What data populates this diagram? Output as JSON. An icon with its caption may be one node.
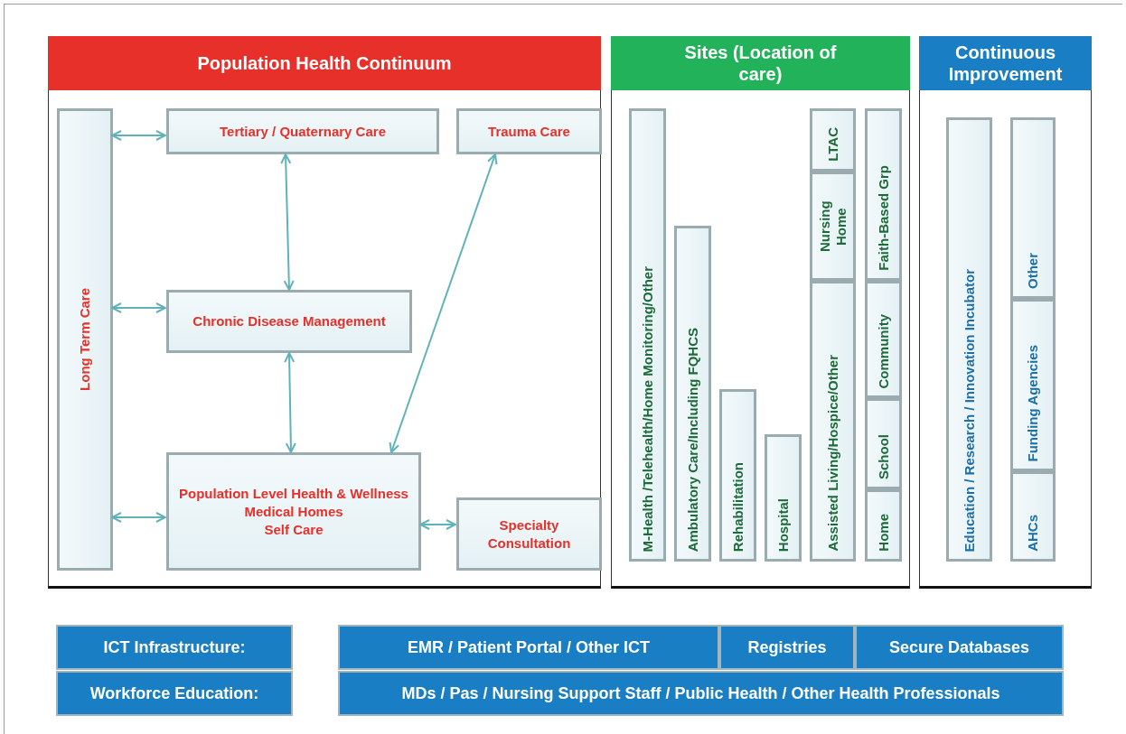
{
  "diagram": {
    "nodes": [
      {
        "text": [
          "Population Health Continuum"
        ]
      },
      {
        "text": [
          "Long Term Care"
        ],
        "in": 0
      },
      {
        "text": [
          "Tertiary / Quaternary Care"
        ],
        "in": 0
      },
      {
        "text": [
          "Trauma Care"
        ],
        "in": 0
      },
      {
        "text": [
          "Chronic Disease Management"
        ],
        "in": 0
      },
      {
        "text": [
          "Population Level Health & Wellness",
          "Medical Homes",
          "Self Care"
        ],
        "in": 0
      },
      {
        "text": [
          "Specialty Consultation"
        ],
        "in": 0
      },
      {
        "text": [
          "Sites (Location of care)"
        ]
      },
      {
        "text": [
          "M-Health /Telehealth/Home Monitoring/Other"
        ],
        "in": 7
      },
      {
        "text": [
          "Ambulatory Care/Including FQHCS"
        ],
        "in": 7
      },
      {
        "text": [
          "Rehabilitation"
        ],
        "in": 7
      },
      {
        "text": [
          "Hospital"
        ],
        "in": 7
      },
      {
        "text": [
          "Assisted Living/Hospice/Other"
        ],
        "in": 7
      },
      {
        "text": [
          "Nursing Home"
        ],
        "in": 7
      },
      {
        "text": [
          "LTAC"
        ],
        "in": 7
      },
      {
        "text": [
          "Home"
        ],
        "in": 7
      },
      {
        "text": [
          "School"
        ],
        "in": 7
      },
      {
        "text": [
          "Community"
        ],
        "in": 7
      },
      {
        "text": [
          "Faith-Based Grp"
        ],
        "in": 7
      },
      {
        "text": [
          "Continuous Improvement"
        ]
      },
      {
        "text": [
          "Education / Research / Innovation Incubator"
        ],
        "in": 19
      },
      {
        "text": [
          "AHCs"
        ],
        "in": 19
      },
      {
        "text": [
          "Funding Agencies"
        ],
        "in": 19
      },
      {
        "text": [
          "Other"
        ],
        "in": 19
      },
      {
        "text": [
          "ICT Infrastructure:"
        ]
      },
      {
        "text": [
          "Workforce Education:"
        ]
      },
      {
        "text": [
          "EMR / Patient Portal / Other ICT"
        ]
      },
      {
        "text": [
          "Registries"
        ]
      },
      {
        "text": [
          "Secure Databases"
        ]
      },
      {
        "text": [
          "MDs / Pas / Nursing Support Staff / Public Health / Other Health Professionals"
        ]
      }
    ],
    "edges": [
      {
        "from": 1,
        "to": 2,
        "arrow": "both"
      },
      {
        "from": 1,
        "to": 4,
        "arrow": "both"
      },
      {
        "from": 1,
        "to": 5,
        "arrow": "both"
      },
      {
        "from": 2,
        "to": 4,
        "arrow": "both"
      },
      {
        "from": 4,
        "to": 5,
        "arrow": "both"
      },
      {
        "from": 5,
        "to": 3,
        "arrow": "both"
      },
      {
        "from": 5,
        "to": 6,
        "arrow": "both"
      }
    ]
  }
}
